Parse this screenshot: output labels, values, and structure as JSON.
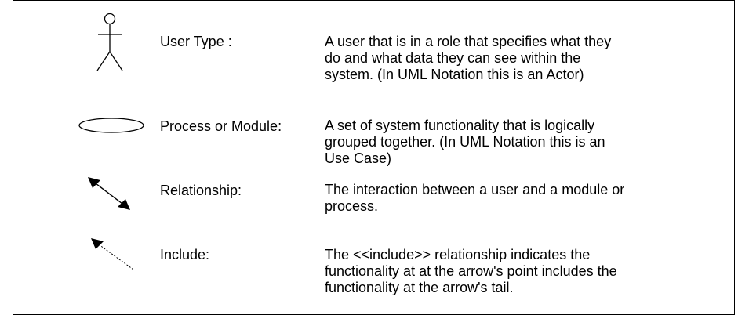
{
  "legend": {
    "entries": [
      {
        "symbol": "stick-figure-actor-icon",
        "term": "User Type :",
        "definition_lines": [
          "A  user  that is in a role that specifies what they",
          "do  and what data they can see within  the",
          "system. (In UML Notation this is an Actor)"
        ]
      },
      {
        "symbol": "ellipse-use-case-icon",
        "term": "Process or Module:",
        "definition_lines": [
          "A set of system functionality that is logically",
          "grouped together.  (In UML Notation this is an",
          "Use Case)"
        ]
      },
      {
        "symbol": "double-headed-arrow-icon",
        "term": "Relationship:",
        "definition_lines": [
          "The interaction between a user and a module or",
          "process."
        ]
      },
      {
        "symbol": "dashed-arrow-icon",
        "term": "Include:",
        "definition_lines": [
          "The <<include>> relationship indicates the",
          "functionality at at the arrow's point includes the",
          "functionality at the arrow's tail."
        ]
      }
    ],
    "colors": {
      "stroke": "#000000",
      "background": "#ffffff"
    }
  }
}
